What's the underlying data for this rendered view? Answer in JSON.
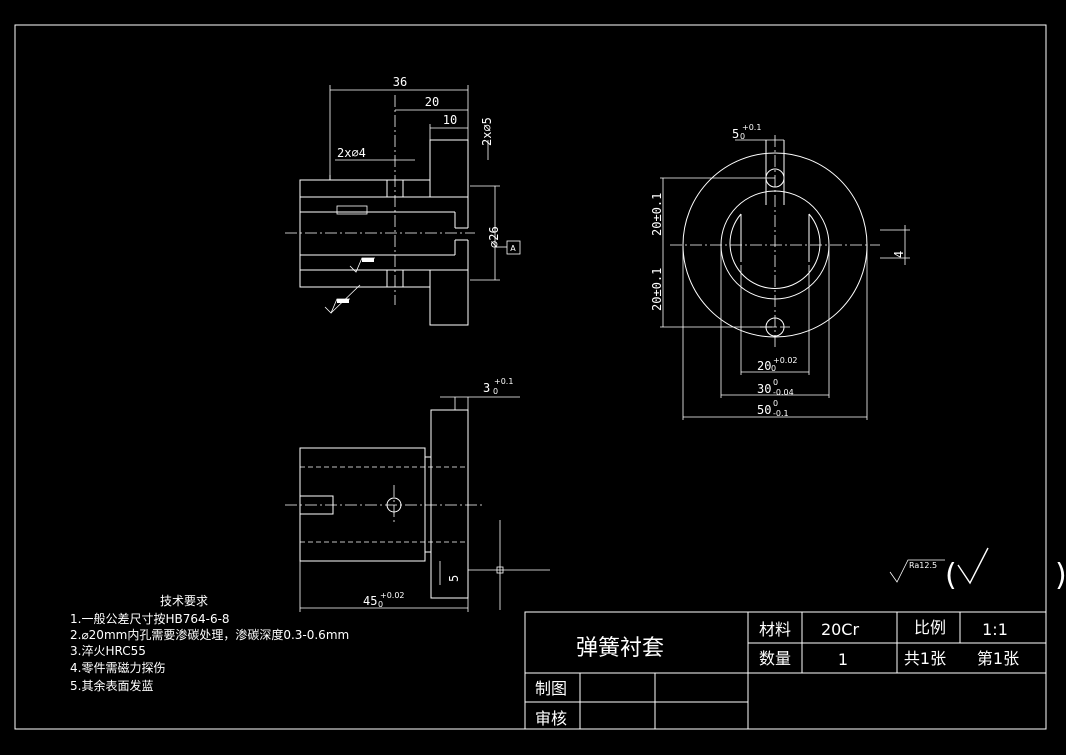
{
  "drawing": {
    "title": "弹簧衬套",
    "material_label": "材料",
    "material_value": "20Cr",
    "scale_label": "比例",
    "scale_value": "1:1",
    "quantity_label": "数量",
    "quantity_value": "1",
    "sheets_total": "共1张",
    "sheet_number": "第1张",
    "drawn_label": "制图",
    "checked_label": "审核"
  },
  "requirements": {
    "heading": "技术要求",
    "items": [
      "1.一般公差尺寸按HB764-6-8",
      "2.⌀20mm内孔需要渗碳处理，渗碳深度0.3-0.6mm",
      "3.淬火HRC55",
      "4.零件需磁力探伤",
      "5.其余表面发蓝"
    ]
  },
  "dimensions": {
    "d36": "36",
    "d20": "20",
    "d10": "10",
    "holes_5": "2x⌀5",
    "holes_4": "2x⌀4",
    "dia26": "⌀26",
    "datum": "A",
    "d5": "5",
    "d5_tol": "+0.1",
    "d5_tol_lo": "0",
    "d20_01_upper": "20±0.1",
    "d20_01_lower": "20±0.1",
    "d4": "4",
    "d20_tol": "+0.02",
    "d20_tol_lo": "0",
    "d30": "30",
    "d30_tol": "0",
    "d30_tol_lo": "-0.04",
    "d50": "50",
    "d50_tol": "0",
    "d50_tol_lo": "-0.1",
    "d3": "3",
    "d3_tol": "+0.1",
    "d3_tol_lo": "0",
    "d45": "45",
    "d45_tol": "+0.02",
    "d45_tol_lo": "0",
    "d5b": "5",
    "roughness": "Ra12.5",
    "roughness_open": "(",
    "roughness_close": ")"
  }
}
